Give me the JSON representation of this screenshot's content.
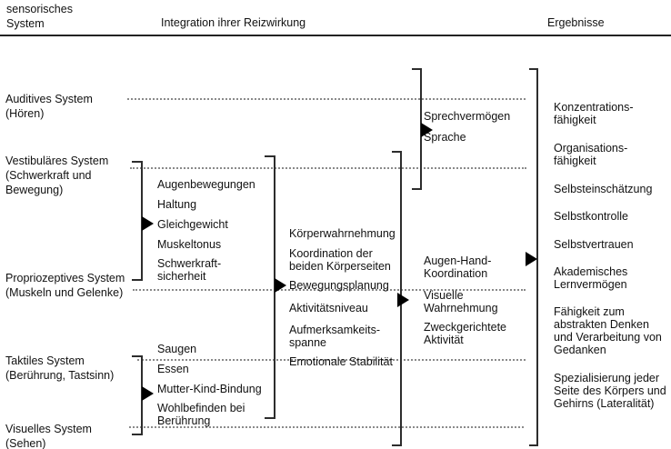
{
  "header": {
    "sensory_column": "sensorisches\nSystem",
    "integration_column": "Integration ihrer Reizwirkung",
    "results_column": "Ergebnisse"
  },
  "sensory_systems": [
    "Auditives System\n(Hören)",
    "Vestibuläres System\n(Schwerkraft und\nBewegung)",
    "Propriozeptives System\n(Muskeln und Gelenke)",
    "Taktiles System\n(Berührung, Tastsinn)",
    "Visuelles System\n(Sehen)"
  ],
  "integration": {
    "stage1_vestibular_proprioceptive": [
      "Augenbewegungen",
      "Haltung",
      "Gleichgewicht",
      "Muskeltonus",
      "Schwerkraft-\nsicherheit"
    ],
    "stage1_tactile": [
      "Saugen",
      "Essen",
      "Mutter-Kind-Bindung",
      "Wohlbefinden bei\nBerührung"
    ],
    "stage2": [
      "Körperwahrnehmung",
      "Koordination der\nbeiden Körperseiten",
      "Bewegungsplanung",
      "Aktivitätsniveau",
      "Aufmerksamkeits-\nspanne",
      "Emotionale Stabilität"
    ],
    "speech": [
      "Sprechvermögen",
      "Sprache"
    ],
    "stage3": [
      "Augen-Hand-\nKoordination",
      "Visuelle\nWahrnehmung",
      "Zweckgerichtete\nAktivität"
    ]
  },
  "results": [
    "Konzentrations-\nfähigkeit",
    "Organisations-\nfähigkeit",
    "Selbsteinschätzung",
    "Selbstkontrolle",
    "Selbstvertrauen",
    "Akademisches\nLernvermögen",
    "Fähigkeit zum\nabstrakten Denken\nund Verarbeitung von\nGedanken",
    "Spezialisierung jeder\nSeite des Körpers und\nGehirns (Lateralität)"
  ],
  "colors": {
    "text": "#111111",
    "line": "#2d2d2d",
    "dotted_line": "#8a8a8a",
    "arrow": "#000000"
  }
}
